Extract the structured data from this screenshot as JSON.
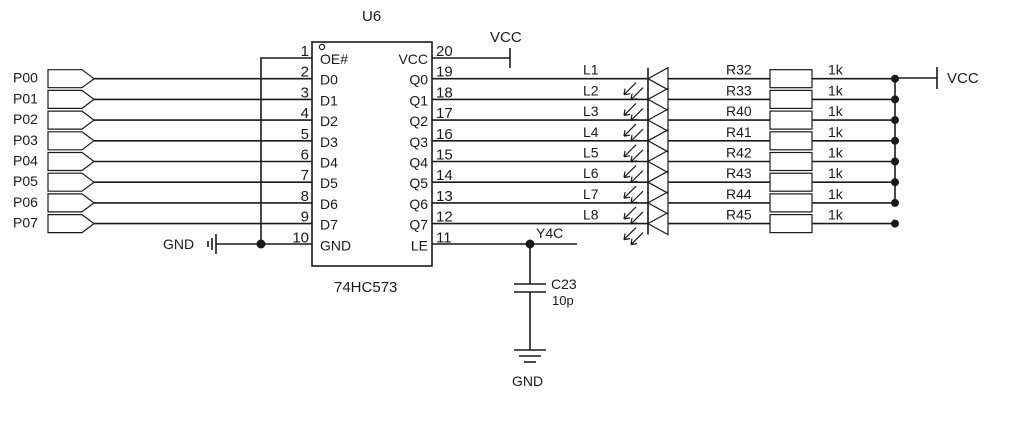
{
  "chip": {
    "ref": "U6",
    "part": "74HC573",
    "left_pins": [
      {
        "num": "1",
        "name": "OE#"
      },
      {
        "num": "2",
        "name": "D0"
      },
      {
        "num": "3",
        "name": "D1"
      },
      {
        "num": "4",
        "name": "D2"
      },
      {
        "num": "5",
        "name": "D3"
      },
      {
        "num": "6",
        "name": "D4"
      },
      {
        "num": "7",
        "name": "D5"
      },
      {
        "num": "8",
        "name": "D6"
      },
      {
        "num": "9",
        "name": "D7"
      },
      {
        "num": "10",
        "name": "GND"
      }
    ],
    "right_pins": [
      {
        "num": "20",
        "name": "VCC"
      },
      {
        "num": "19",
        "name": "Q0"
      },
      {
        "num": "18",
        "name": "Q1"
      },
      {
        "num": "17",
        "name": "Q2"
      },
      {
        "num": "16",
        "name": "Q3"
      },
      {
        "num": "15",
        "name": "Q4"
      },
      {
        "num": "14",
        "name": "Q5"
      },
      {
        "num": "13",
        "name": "Q6"
      },
      {
        "num": "12",
        "name": "Q7"
      },
      {
        "num": "11",
        "name": "LE"
      }
    ]
  },
  "ports": [
    "P00",
    "P01",
    "P02",
    "P03",
    "P04",
    "P05",
    "P06",
    "P07"
  ],
  "leds": [
    "L1",
    "L2",
    "L3",
    "L4",
    "L5",
    "L6",
    "L7",
    "L8"
  ],
  "resistors": [
    {
      "ref": "R32",
      "value": "1k"
    },
    {
      "ref": "R33",
      "value": "1k"
    },
    {
      "ref": "R40",
      "value": "1k"
    },
    {
      "ref": "R41",
      "value": "1k"
    },
    {
      "ref": "R42",
      "value": "1k"
    },
    {
      "ref": "R43",
      "value": "1k"
    },
    {
      "ref": "R44",
      "value": "1k"
    },
    {
      "ref": "R45",
      "value": "1k"
    }
  ],
  "capacitor": {
    "ref": "C23",
    "value": "10p"
  },
  "nets": {
    "vcc_chip": "VCC",
    "vcc_right": "VCC",
    "gnd_left": "GND",
    "gnd_bottom": "GND",
    "latch": "Y4C"
  }
}
